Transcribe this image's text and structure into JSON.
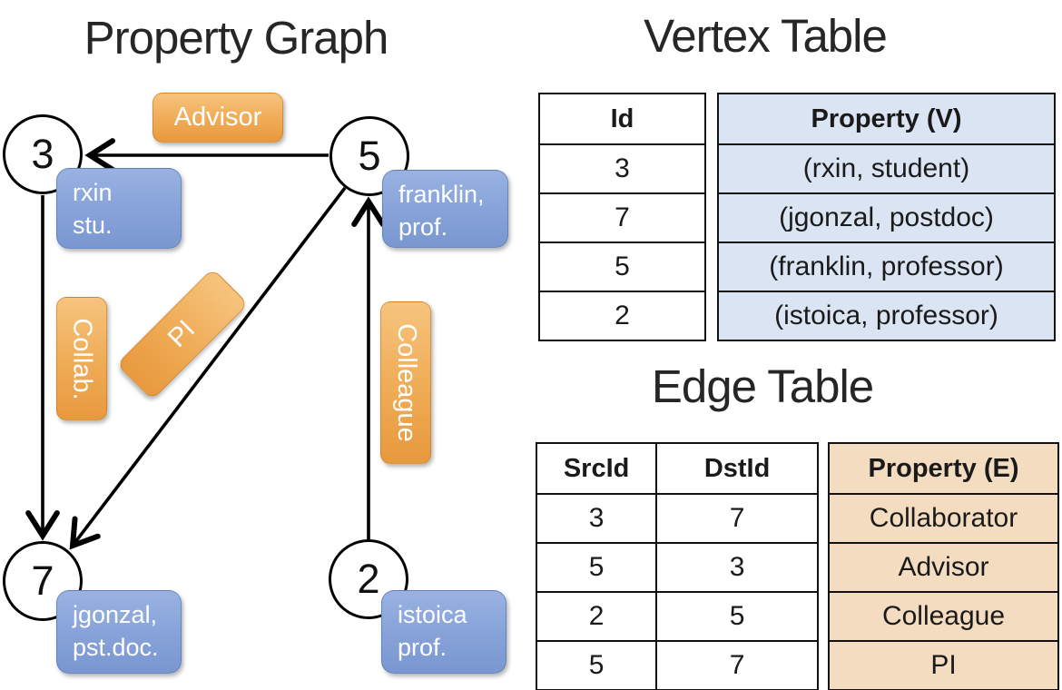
{
  "graph": {
    "title": "Property Graph",
    "vertices": [
      {
        "id": "3"
      },
      {
        "id": "5"
      },
      {
        "id": "7"
      },
      {
        "id": "2"
      }
    ],
    "edge_labels": {
      "advisor": "Advisor",
      "collab": "Collab.",
      "pi": "PI",
      "colleague": "Colleague"
    },
    "vertex_boxes": [
      {
        "line1": "rxin",
        "line2": "stu."
      },
      {
        "line1": "franklin,",
        "line2": "prof."
      },
      {
        "line1": "jgonzal,",
        "line2": "pst.doc."
      },
      {
        "line1": "istoica",
        "line2": "prof."
      }
    ]
  },
  "vertex_table": {
    "title": "Vertex Table",
    "headers": {
      "id": "Id",
      "property": "Property (V)"
    },
    "rows": [
      {
        "id": "3",
        "property": "(rxin, student)"
      },
      {
        "id": "7",
        "property": "(jgonzal, postdoc)"
      },
      {
        "id": "5",
        "property": "(franklin, professor)"
      },
      {
        "id": "2",
        "property": "(istoica, professor)"
      }
    ]
  },
  "edge_table": {
    "title": "Edge Table",
    "headers": {
      "src": "SrcId",
      "dst": "DstId",
      "property": "Property (E)"
    },
    "rows": [
      {
        "src": "3",
        "dst": "7",
        "property": "Collaborator"
      },
      {
        "src": "5",
        "dst": "3",
        "property": "Advisor"
      },
      {
        "src": "2",
        "dst": "5",
        "property": "Colleague"
      },
      {
        "src": "5",
        "dst": "7",
        "property": "PI"
      }
    ]
  },
  "colors": {
    "edge_label_fill_top": "#f6c47e",
    "edge_label_fill_bottom": "#e8993e",
    "vertex_box_fill_top": "#99b2e2",
    "vertex_box_fill_bottom": "#7b97d1",
    "vertex_table_fill": "#dae4f3",
    "edge_table_fill": "#f4dcc0",
    "line_color": "#000000"
  }
}
